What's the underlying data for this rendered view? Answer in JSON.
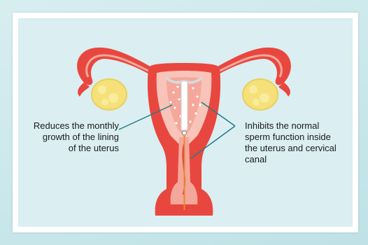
{
  "annotations": {
    "left": [
      "Reduces the monthly",
      "growth of the lining",
      "of the uterus"
    ],
    "right": [
      "Inhibits the normal",
      "sperm function inside",
      "the uterus and cervical",
      "canal"
    ]
  },
  "colors": {
    "background": "#dbeef1",
    "uterus_outer": "#e8473f",
    "uterus_inner": "#f4a79a",
    "lining": "#f8c3b8",
    "ovary": "#f5e07a",
    "leader_line": "#1e7f86",
    "device": "#e98a2c"
  }
}
